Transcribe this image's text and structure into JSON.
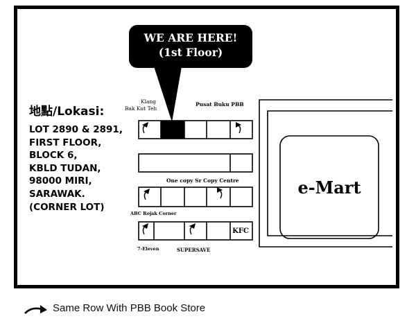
{
  "callout": {
    "line1": "WE ARE HERE!",
    "line2": "(1st Floor)"
  },
  "address": {
    "title": "地點/Lokasi:",
    "lines": [
      "LOT 2890 & 2891,",
      "FIRST FLOOR,",
      "BLOCK 6,",
      "KBLD TUDAN,",
      "98000 MIRI,",
      "SARAWAK.",
      "(CORNER LOT)"
    ]
  },
  "labels": {
    "klang_line1": "Klang",
    "klang_line2": "Bak Kut Teh",
    "pusat_buku": "Pusat Buku PBB",
    "one_copy": "One copy Sr Copy Centre",
    "abc_rojak": "ABC Rojak Corner",
    "seven_eleven": "7-Eleven",
    "supersave": "SUPERSAVE",
    "kfc": "KFC",
    "emart": "e-Mart"
  },
  "legend": {
    "icon": "curved-arrow-icon",
    "text": "Same Row With PBB Book Store"
  },
  "colors": {
    "ink": "#000000",
    "highlight": "#000000",
    "background": "#ffffff"
  }
}
